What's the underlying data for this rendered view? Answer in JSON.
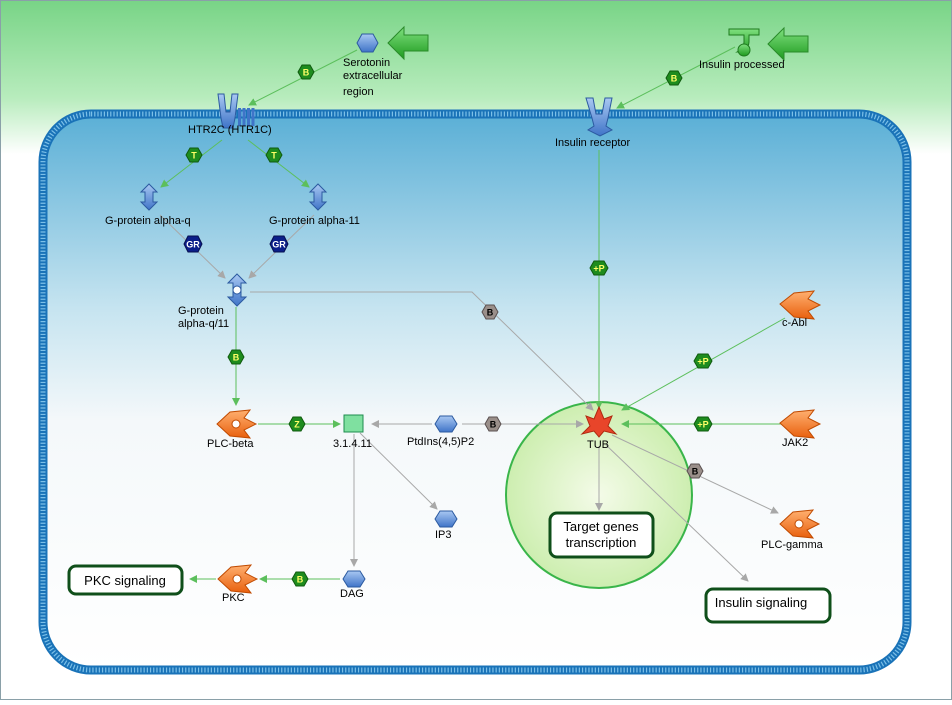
{
  "nodes": {
    "serotonin": [
      "Serotonin",
      "extracellular",
      "region"
    ],
    "insulin_processed": "Insulin processed",
    "htr2c": "HTR2C (HTR1C)",
    "insulin_receptor": "Insulin receptor",
    "g_alpha_q": "G-protein alpha-q",
    "g_alpha_11": "G-protein alpha-11",
    "g_alpha_q11": [
      "G-protein",
      "alpha-q/11"
    ],
    "plc_beta": "PLC-beta",
    "enzyme": "3.1.4.11",
    "ptdins": "PtdIns(4,5)P2",
    "ip3": "IP3",
    "dag": "DAG",
    "pkc": "PKC",
    "tub": "TUB",
    "c_abl": "c-Abl",
    "jak2": "JAK2",
    "plc_gamma": "PLC-gamma"
  },
  "outcomes": {
    "target_genes": [
      "Target genes",
      "transcription"
    ],
    "pkc_signaling": "PKC signaling",
    "insulin_signaling": "Insulin signaling"
  },
  "badges": {
    "serotonin_htr2c": "B",
    "insulin_receptor": "B",
    "htr2c_alpha_q": "T",
    "htr2c_alpha_11": "T",
    "alpha_q_gr": "GR",
    "alpha_11_gr": "GR",
    "gq11_tub": "B",
    "gq11_plcb": "B",
    "insr_tub": "+P",
    "cabl_tub": "+P",
    "jak2_tub": "+P",
    "plcb_enzyme": "Z",
    "ptdins_tub": "B",
    "tub_plcg": "B",
    "dag_pkc": "B"
  },
  "colors": {
    "extracellular_top": "#7fd68a",
    "cell_blue": "#6db8da",
    "membrane": "#1a73b8",
    "nucleus_fill": "#d8f2c0",
    "nucleus_stroke": "#3ab54a",
    "green_arrow": "#5cbf5c",
    "gray_arrow": "#a8a8a8",
    "badge_green": "#1e8c1e",
    "badge_gray": "#9a8f8a",
    "badge_navy": "#0b1f8a",
    "protein_blue": "#4a85d6",
    "kinase_orange": "#f07820",
    "outcome_border": "#0f4f1a"
  }
}
